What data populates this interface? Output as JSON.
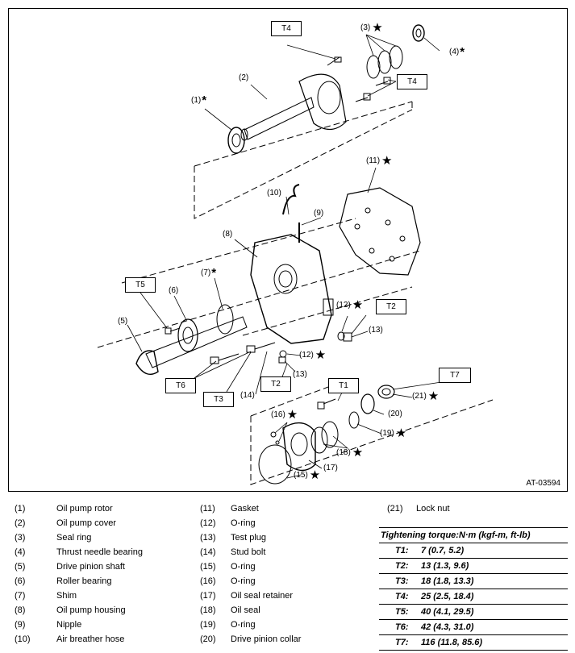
{
  "diagram": {
    "figure_id": "AT-03594",
    "callouts": {
      "c1": "(1)",
      "c2": "(2)",
      "c3": "(3)",
      "c4": "(4)",
      "c5": "(5)",
      "c6": "(6)",
      "c7": "(7)",
      "c8": "(8)",
      "c9": "(9)",
      "c10": "(10)",
      "c11": "(11)",
      "c12a": "(12)",
      "c12b": "(12)",
      "c13a": "(13)",
      "c13b": "(13)",
      "c14": "(14)",
      "c15": "(15)",
      "c16": "(16)",
      "c17": "(17)",
      "c18": "(18)",
      "c19": "(19)",
      "c20": "(20)",
      "c21": "(21)"
    },
    "markers": {
      "star": "★",
      "asterisk": "*"
    },
    "torque_boxes": {
      "t4a": "T4",
      "t4b": "T4",
      "t5": "T5",
      "t2a": "T2",
      "t6": "T6",
      "t3": "T3",
      "t2b": "T2",
      "t1": "T1",
      "t7": "T7"
    }
  },
  "legend": {
    "col1": [
      {
        "num": "(1)",
        "name": "Oil pump rotor"
      },
      {
        "num": "(2)",
        "name": "Oil pump cover"
      },
      {
        "num": "(3)",
        "name": "Seal ring"
      },
      {
        "num": "(4)",
        "name": "Thrust needle bearing"
      },
      {
        "num": "(5)",
        "name": "Drive pinion shaft"
      },
      {
        "num": "(6)",
        "name": "Roller bearing"
      },
      {
        "num": "(7)",
        "name": "Shim"
      },
      {
        "num": "(8)",
        "name": "Oil pump housing"
      },
      {
        "num": "(9)",
        "name": "Nipple"
      },
      {
        "num": "(10)",
        "name": "Air breather hose"
      }
    ],
    "col2": [
      {
        "num": "(11)",
        "name": "Gasket"
      },
      {
        "num": "(12)",
        "name": "O-ring"
      },
      {
        "num": "(13)",
        "name": "Test plug"
      },
      {
        "num": "(14)",
        "name": "Stud bolt"
      },
      {
        "num": "(15)",
        "name": "O-ring"
      },
      {
        "num": "(16)",
        "name": "O-ring"
      },
      {
        "num": "(17)",
        "name": "Oil seal retainer"
      },
      {
        "num": "(18)",
        "name": "Oil seal"
      },
      {
        "num": "(19)",
        "name": "O-ring"
      },
      {
        "num": "(20)",
        "name": "Drive pinion collar"
      }
    ],
    "col3": [
      {
        "num": "(21)",
        "name": "Lock nut"
      }
    ]
  },
  "torque_table": {
    "title": "Tightening torque:N·m (kgf-m, ft-lb)",
    "rows": [
      {
        "code": "T1:",
        "value": "7 (0.7, 5.2)"
      },
      {
        "code": "T2:",
        "value": "13 (1.3, 9.6)"
      },
      {
        "code": "T3:",
        "value": "18 (1.8, 13.3)"
      },
      {
        "code": "T4:",
        "value": "25 (2.5, 18.4)"
      },
      {
        "code": "T5:",
        "value": "40 (4.1, 29.5)"
      },
      {
        "code": "T6:",
        "value": "42 (4.3, 31.0)"
      },
      {
        "code": "T7:",
        "value": "116 (11.8, 85.6)"
      }
    ]
  }
}
